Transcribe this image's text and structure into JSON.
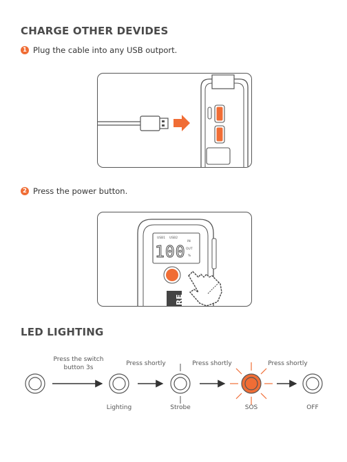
{
  "section1": {
    "title": "CHARGE OTHER DEVIDES",
    "step1": {
      "number": "1",
      "text": "Plug the cable into any USB outport."
    },
    "step2": {
      "number": "2",
      "text": "Press the power button."
    }
  },
  "display": {
    "usb1": "USB1",
    "usb2": "USB2",
    "digits": "100",
    "in": "IN",
    "out": "OUT",
    "percent": "%",
    "brand": "RE"
  },
  "section2": {
    "title": "LED LIGHTING",
    "instruction_first": "Press the switch\nbutton 3s",
    "press1": "Press shortly",
    "press2": "Press shortly",
    "press3": "Press shortly",
    "modes": [
      "Lighting",
      "Strobe",
      "SOS",
      "OFF"
    ]
  },
  "colors": {
    "accent": "#f06d35",
    "line": "#555555"
  }
}
